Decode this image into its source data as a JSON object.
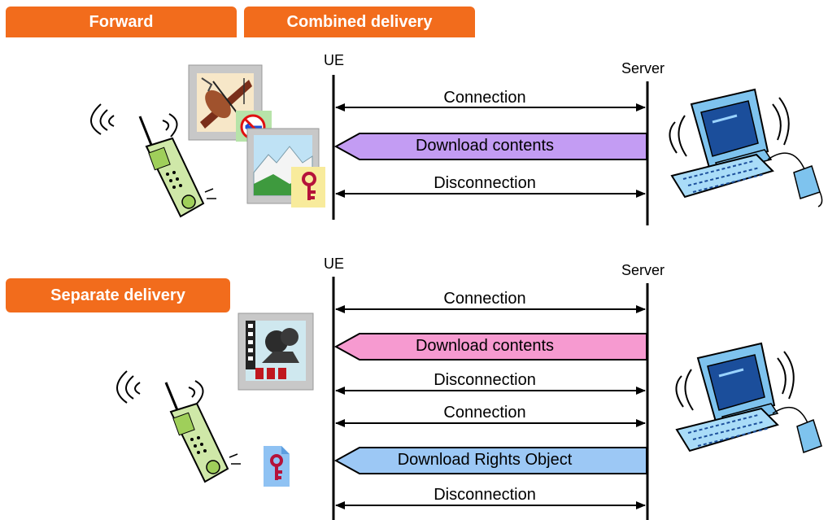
{
  "tabs": {
    "forward": "Forward",
    "combined": "Combined delivery",
    "separate": "Separate delivery"
  },
  "top": {
    "ue_label": "UE",
    "server_label": "Server",
    "messages": [
      "Connection",
      "Download contents",
      "Disconnection"
    ]
  },
  "bottom": {
    "ue_label": "UE",
    "server_label": "Server",
    "messages": [
      "Connection",
      "Download contents",
      "Disconnection",
      "Connection",
      "Download Rights Object",
      "Disconnection"
    ]
  },
  "colors": {
    "tab": "#f26c1c",
    "download_top": "#c39cf3",
    "download_contents_bottom": "#f69ad0",
    "download_rights": "#9cc8f5"
  },
  "icons": [
    "mobile-phone-icon",
    "music-image-icon",
    "landscape-image-icon",
    "key-icon",
    "movie-image-icon",
    "computer-icon"
  ]
}
